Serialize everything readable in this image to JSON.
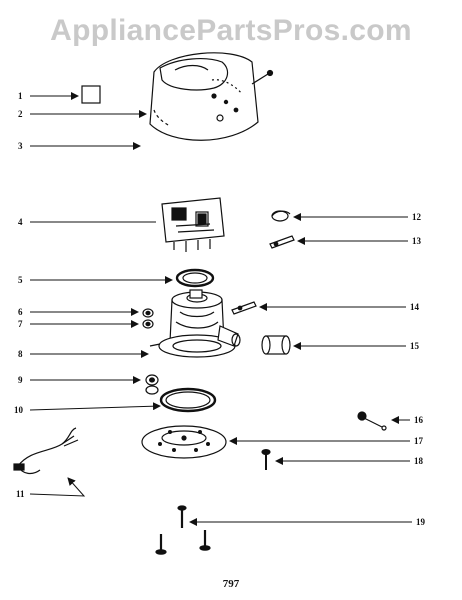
{
  "watermark": "AppliancePartsPros.com",
  "page_number": "797",
  "callouts": [
    "1",
    "2",
    "3",
    "4",
    "5",
    "6",
    "7",
    "8",
    "9",
    "10",
    "11",
    "12",
    "13",
    "14",
    "15",
    "16",
    "17",
    "18",
    "19"
  ]
}
